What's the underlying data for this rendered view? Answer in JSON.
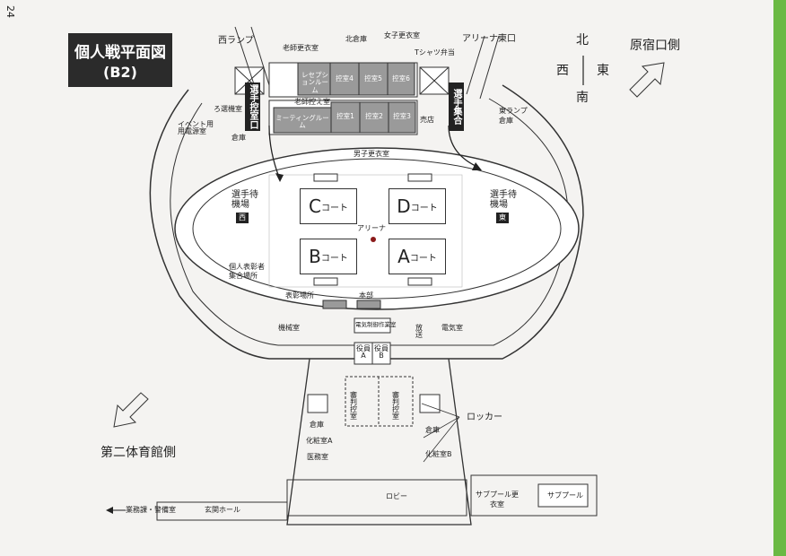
{
  "page_number": "24",
  "title": {
    "line1": "個人戦平面図",
    "line2": "(B2)"
  },
  "compass": {
    "north": "北",
    "south": "南",
    "west": "西",
    "east": "東"
  },
  "directions": {
    "harajuku": "原宿口側",
    "second_gym": "第二体育館側",
    "business_office": "業務課・警備室"
  },
  "labels": {
    "west_ramp": "西ランプ",
    "teacher_changing": "老師更衣室",
    "north_storage": "北倉庫",
    "girls_changing": "女子更衣室",
    "arena_east_gate": "アリーナ東口",
    "tshirt_bento": "Tシャツ弁当",
    "reception_room": "レセプションルーム",
    "control4": "控室4",
    "control5": "控室5",
    "control6": "控室6",
    "teacher_waiting": "老師控え室",
    "meeting_room": "ミーティングルーム",
    "control1": "控室1",
    "control2": "控室2",
    "control3": "控室3",
    "shop": "売店",
    "boys_changing": "男子更衣室",
    "player_entrance": "選手控室口",
    "player_gather": "選手集合",
    "ro_waiting": "ろ選機室",
    "event_power": "イベント用用電源室",
    "storage": "倉庫",
    "east_ramp": "東ランプ",
    "east_storage": "倉庫",
    "player_wait_west": "選手待機場",
    "west_tag": "西",
    "player_wait_east": "選手待機場",
    "east_tag": "東",
    "arena": "アリーナ",
    "individual_award": "個人表彰者集合場所",
    "award_place": "表彰場所",
    "headquarters": "本部",
    "machine_room": "機械室",
    "electric_room": "電気室",
    "electric_ops": "電気制御作業室",
    "broadcast": "放送",
    "official_a": "役員A",
    "official_b": "役員B",
    "referee_left": "審判控室",
    "referee_right": "審判控室",
    "locker": "ロッカー",
    "storage_south": "倉庫",
    "makeup_a": "化粧室A",
    "medical": "医務室",
    "makeup_b": "化粧室B",
    "lobby": "ロビー",
    "subpool_changing": "サブプール更衣室",
    "subpool": "サブプール",
    "entrance_hall": "玄関ホール"
  },
  "courts": [
    {
      "letter": "C",
      "suffix": "コート"
    },
    {
      "letter": "D",
      "suffix": "コート"
    },
    {
      "letter": "B",
      "suffix": "コート"
    },
    {
      "letter": "A",
      "suffix": "コート"
    }
  ],
  "colors": {
    "green_bar": "#6bb944",
    "room_gray": "#9a9a9a",
    "title_bg": "#2b2b2b"
  }
}
